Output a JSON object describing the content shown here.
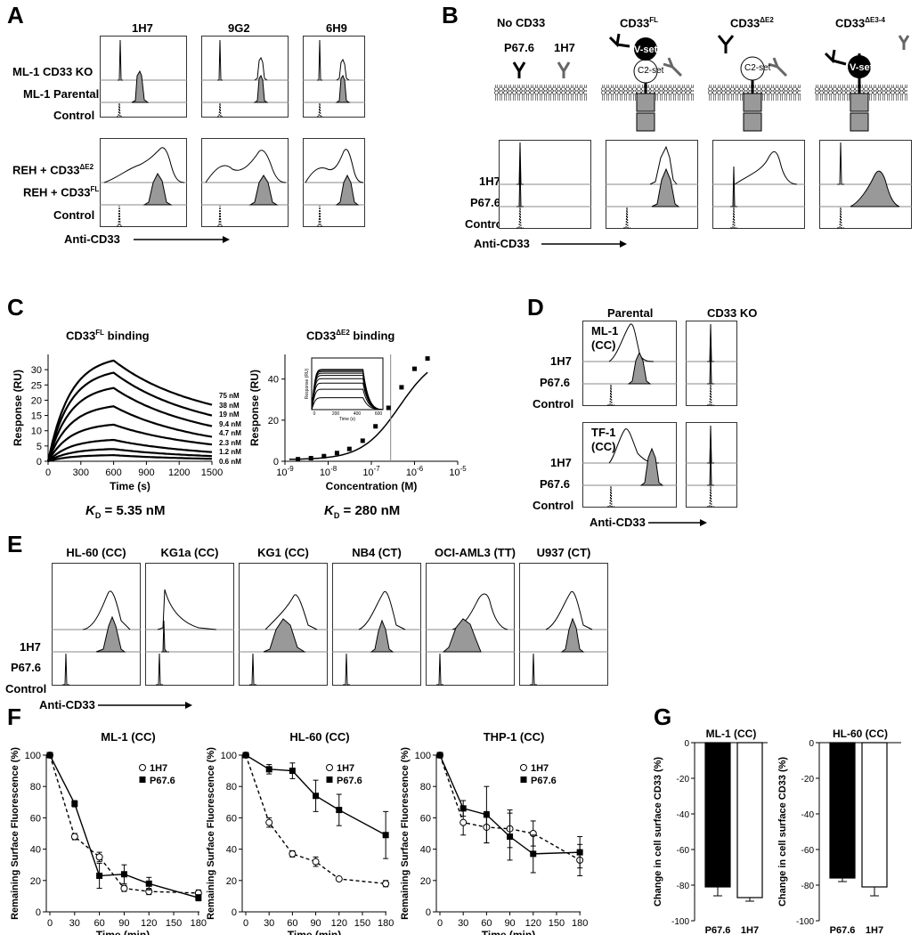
{
  "panels": {
    "A": "A",
    "B": "B",
    "C": "C",
    "D": "D",
    "E": "E",
    "F": "F",
    "G": "G"
  },
  "panel_a": {
    "antibodies": [
      "1H7",
      "9G2",
      "6H9"
    ],
    "top_rows": [
      "ML-1 CD33 KO",
      "ML-1 Parental",
      "Control"
    ],
    "bottom_row1": "REH + CD33",
    "bottom_row1_sup": "ΔE2",
    "bottom_row2": "REH + CD33",
    "bottom_row2_sup": "FL",
    "bottom_row3": "Control",
    "xlabel": "Anti-CD33"
  },
  "panel_b": {
    "constructs": [
      {
        "name": "No CD33",
        "sup": ""
      },
      {
        "name": "CD33",
        "sup": "FL"
      },
      {
        "name": "CD33",
        "sup": "ΔE2"
      },
      {
        "name": "CD33",
        "sup": "ΔE3-4"
      }
    ],
    "ab_p676": "P67.6",
    "ab_1h7": "1H7",
    "vset": "V-set",
    "c2set": "C2-set",
    "rows": [
      "1H7",
      "P67.6",
      "Control"
    ],
    "xlabel": "Anti-CD33"
  },
  "panel_c": {
    "title_left": "CD33",
    "title_left_sup": "FL",
    "title_left_suffix": " binding",
    "title_right": "CD33",
    "title_right_sup": "ΔE2",
    "title_right_suffix": " binding",
    "kd_left_label": "K",
    "kd_left_sub": "D",
    "kd_left_value": " = 5.35 nM",
    "kd_right_label": "K",
    "kd_right_sub": "D",
    "kd_right_value": " = 280 nM",
    "concentrations": [
      "75 nM",
      "38 nM",
      "19 nM",
      "9.4 nM",
      "4.7 nM",
      "2.3 nM",
      "1.2 nM",
      "0.6 nM"
    ],
    "inset_ylabel": "Response (RU)",
    "inset_xlabel": "Time (s)"
  },
  "panel_d": {
    "columns": [
      "Parental",
      "CD33 KO"
    ],
    "cell1": "ML-1",
    "cell1_geno": "(CC)",
    "cell2": "TF-1",
    "cell2_geno": "(CC)",
    "rows": [
      "1H7",
      "P67.6",
      "Control"
    ],
    "xlabel": "Anti-CD33"
  },
  "panel_e": {
    "cells": [
      "HL-60 (CC)",
      "KG1a (CC)",
      "KG1 (CC)",
      "NB4 (CT)",
      "OCI-AML3 (TT)",
      "U937 (CT)"
    ],
    "rows": [
      "1H7",
      "P67.6",
      "Control"
    ],
    "xlabel": "Anti-CD33"
  },
  "panel_g": {
    "charts": [
      {
        "title": "ML-1 (CC)"
      },
      {
        "title": "HL-60 (CC)"
      }
    ]
  },
  "chart_data": [
    {
      "type": "line",
      "title": "CD33FL binding",
      "xlabel": "Time (s)",
      "ylabel": "Response (RU)",
      "xlim": [
        0,
        1500
      ],
      "ylim": [
        0,
        35
      ],
      "x_ticks": [
        0,
        300,
        600,
        900,
        1200,
        1500
      ],
      "y_ticks": [
        0,
        5,
        10,
        15,
        20,
        25,
        30
      ],
      "series": [
        {
          "name": "75 nM",
          "association_peak": 33,
          "end_value": 18.5
        },
        {
          "name": "38 nM",
          "association_peak": 29,
          "end_value": 15
        },
        {
          "name": "19 nM",
          "association_peak": 24,
          "end_value": 11.5
        },
        {
          "name": "9.4 nM",
          "association_peak": 18,
          "end_value": 8
        },
        {
          "name": "4.7 nM",
          "association_peak": 12,
          "end_value": 5.5
        },
        {
          "name": "2.3 nM",
          "association_peak": 7,
          "end_value": 3
        },
        {
          "name": "1.2 nM",
          "association_peak": 4,
          "end_value": 1.7
        },
        {
          "name": "0.6 nM",
          "association_peak": 2,
          "end_value": 0.8
        }
      ]
    },
    {
      "type": "scatter",
      "title": "CD33ΔE2 binding",
      "xlabel": "Concentration (M)",
      "ylabel": "Response (RU)",
      "xscale": "log",
      "xlim": [
        1e-09,
        1e-05
      ],
      "ylim": [
        0,
        52
      ],
      "x_tick_labels": [
        "10-9",
        "10-8",
        "10-7",
        "10-6",
        "10-5"
      ],
      "y_ticks": [
        0,
        20,
        40
      ],
      "x": [
        2e-09,
        4e-09,
        8e-09,
        1.6e-08,
        3.1e-08,
        6.3e-08,
        1.25e-07,
        2.5e-07,
        5e-07,
        1e-06,
        2e-06
      ],
      "y": [
        1,
        1.5,
        2.5,
        4,
        6,
        10,
        17,
        26,
        36,
        45,
        50
      ]
    },
    {
      "type": "line",
      "title": "ML-1 (CC)",
      "xlabel": "Time (min)",
      "ylabel": "Remaining Surface Fluorescence (%)",
      "x": [
        0,
        30,
        60,
        90,
        120,
        180
      ],
      "ylim": [
        0,
        100
      ],
      "series": [
        {
          "name": "1H7",
          "style": "dashed-open",
          "values": [
            100,
            48,
            35,
            15,
            13,
            12
          ],
          "err": [
            0,
            2,
            3,
            2,
            2,
            2
          ]
        },
        {
          "name": "P67.6",
          "style": "solid-filled",
          "values": [
            100,
            69,
            23,
            24,
            18,
            9
          ],
          "err": [
            0,
            2,
            8,
            6,
            4,
            2
          ]
        }
      ]
    },
    {
      "type": "line",
      "title": "HL-60 (CC)",
      "xlabel": "Time (min)",
      "ylabel": "Remaining Surface Fluorescence (%)",
      "x": [
        0,
        30,
        60,
        90,
        120,
        180
      ],
      "ylim": [
        0,
        100
      ],
      "series": [
        {
          "name": "1H7",
          "style": "dashed-open",
          "values": [
            100,
            57,
            37,
            32,
            21,
            18
          ],
          "err": [
            0,
            3,
            2,
            3,
            1,
            2
          ]
        },
        {
          "name": "P67.6",
          "style": "solid-filled",
          "values": [
            100,
            91,
            90,
            74,
            65,
            49
          ],
          "err": [
            0,
            3,
            5,
            10,
            10,
            15
          ]
        }
      ]
    },
    {
      "type": "line",
      "title": "THP-1 (CC)",
      "xlabel": "Time (min)",
      "ylabel": "Remaining Surface Fluorescence (%)",
      "x": [
        0,
        30,
        60,
        90,
        120,
        180
      ],
      "ylim": [
        0,
        100
      ],
      "series": [
        {
          "name": "1H7",
          "style": "dashed-open",
          "values": [
            100,
            57,
            54,
            53,
            50,
            33
          ],
          "err": [
            0,
            8,
            10,
            12,
            8,
            10
          ]
        },
        {
          "name": "P67.6",
          "style": "solid-filled",
          "values": [
            100,
            66,
            62,
            48,
            37,
            38
          ],
          "err": [
            0,
            5,
            18,
            15,
            12,
            10
          ]
        }
      ]
    },
    {
      "type": "bar",
      "title": "ML-1 (CC)",
      "ylabel": "Change in cell surface CD33 (%)",
      "categories": [
        "P67.6",
        "1H7"
      ],
      "values": [
        -81,
        -87
      ],
      "err": [
        5,
        2
      ],
      "ylim": [
        -100,
        0
      ],
      "y_ticks": [
        0,
        -20,
        -40,
        -60,
        -80,
        -100
      ]
    },
    {
      "type": "bar",
      "title": "HL-60 (CC)",
      "ylabel": "Change in cell surface CD33 (%)",
      "categories": [
        "P67.6",
        "1H7"
      ],
      "values": [
        -76,
        -81
      ],
      "err": [
        2,
        5
      ],
      "ylim": [
        -100,
        0
      ],
      "y_ticks": [
        0,
        -20,
        -40,
        -60,
        -80,
        -100
      ]
    }
  ]
}
